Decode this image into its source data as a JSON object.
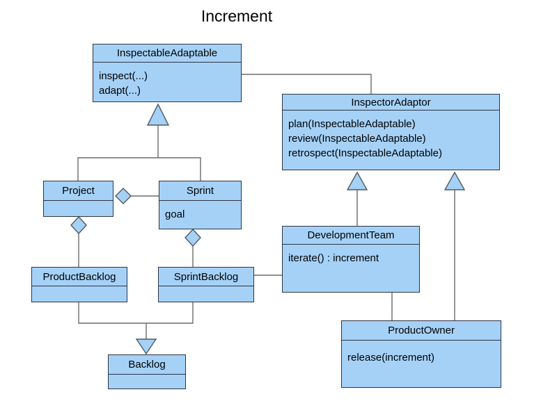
{
  "diagram": {
    "title": "Increment",
    "type": "uml-class-diagram"
  },
  "colors": {
    "background": "#ffffff",
    "node_fill": "#a5d1f7",
    "node_border": "#2e3440",
    "connector": "#6b6b6b",
    "shape_outline": "#4f5a60",
    "text": "#000000"
  },
  "classes": [
    {
      "name": "InspectableAdaptable",
      "members": [
        "inspect(...)",
        "adapt(...)"
      ]
    },
    {
      "name": "InspectorAdaptor",
      "members": [
        "plan(InspectableAdaptable)",
        "review(InspectableAdaptable)",
        "retrospect(InspectableAdaptable)"
      ]
    },
    {
      "name": "Project",
      "members": []
    },
    {
      "name": "Sprint",
      "members": [
        "goal"
      ]
    },
    {
      "name": "ProductBacklog",
      "members": []
    },
    {
      "name": "SprintBacklog",
      "members": []
    },
    {
      "name": "DevelopmentTeam",
      "members": [
        "iterate() : increment"
      ]
    },
    {
      "name": "ProductOwner",
      "members": [
        "release(increment)"
      ]
    },
    {
      "name": "Backlog",
      "members": []
    }
  ],
  "relationships": [
    {
      "type": "association",
      "from": "InspectableAdaptable",
      "to": "InspectorAdaptor"
    },
    {
      "type": "generalization",
      "child": "Project",
      "parent": "InspectableAdaptable"
    },
    {
      "type": "generalization",
      "child": "Sprint",
      "parent": "InspectableAdaptable"
    },
    {
      "type": "aggregation",
      "whole": "Project",
      "part": "Sprint"
    },
    {
      "type": "aggregation",
      "whole": "Project",
      "part": "ProductBacklog"
    },
    {
      "type": "aggregation",
      "whole": "Sprint",
      "part": "SprintBacklog"
    },
    {
      "type": "generalization",
      "child": "ProductBacklog",
      "parent": "Backlog"
    },
    {
      "type": "generalization",
      "child": "SprintBacklog",
      "parent": "Backlog"
    },
    {
      "type": "association",
      "from": "SprintBacklog",
      "to": "DevelopmentTeam"
    },
    {
      "type": "generalization",
      "child": "DevelopmentTeam",
      "parent": "InspectorAdaptor"
    },
    {
      "type": "generalization",
      "child": "ProductOwner",
      "parent": "InspectorAdaptor"
    },
    {
      "type": "association",
      "from": "DevelopmentTeam",
      "to": "ProductOwner"
    }
  ]
}
